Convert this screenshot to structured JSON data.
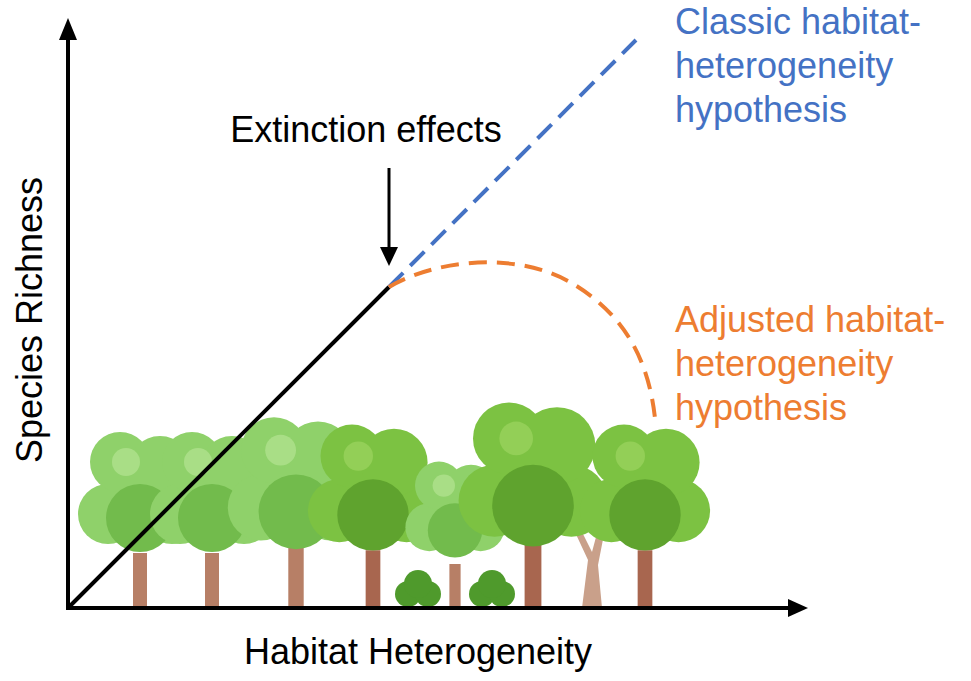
{
  "diagram": {
    "labels": [
      "Extinction effects",
      "Classic habitat-heterogeneity hypothesis",
      "Adjusted habitat-heterogeneity hypothesis",
      "Species Richness",
      "Habitat Heterogeneity"
    ]
  }
}
